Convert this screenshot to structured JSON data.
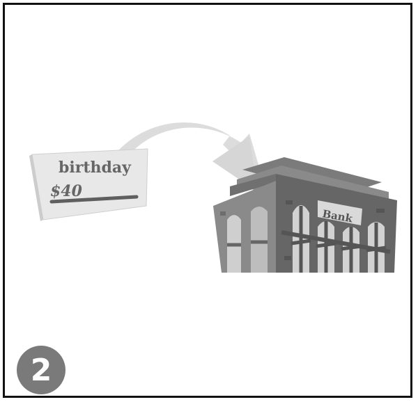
{
  "card": {
    "occasion": "birthday",
    "amount": "$40"
  },
  "bank": {
    "sign": "Bank"
  },
  "step": {
    "number": "2"
  },
  "colors": {
    "card_fill": "#e6e6e6",
    "arrow_fill": "#dcdcdc",
    "bank_dark": "#595959",
    "bank_mid": "#7b7b7b",
    "badge": "#7a7a7a"
  },
  "icons": [
    "money-card-icon",
    "curved-arrow-icon",
    "bank-building-icon"
  ]
}
